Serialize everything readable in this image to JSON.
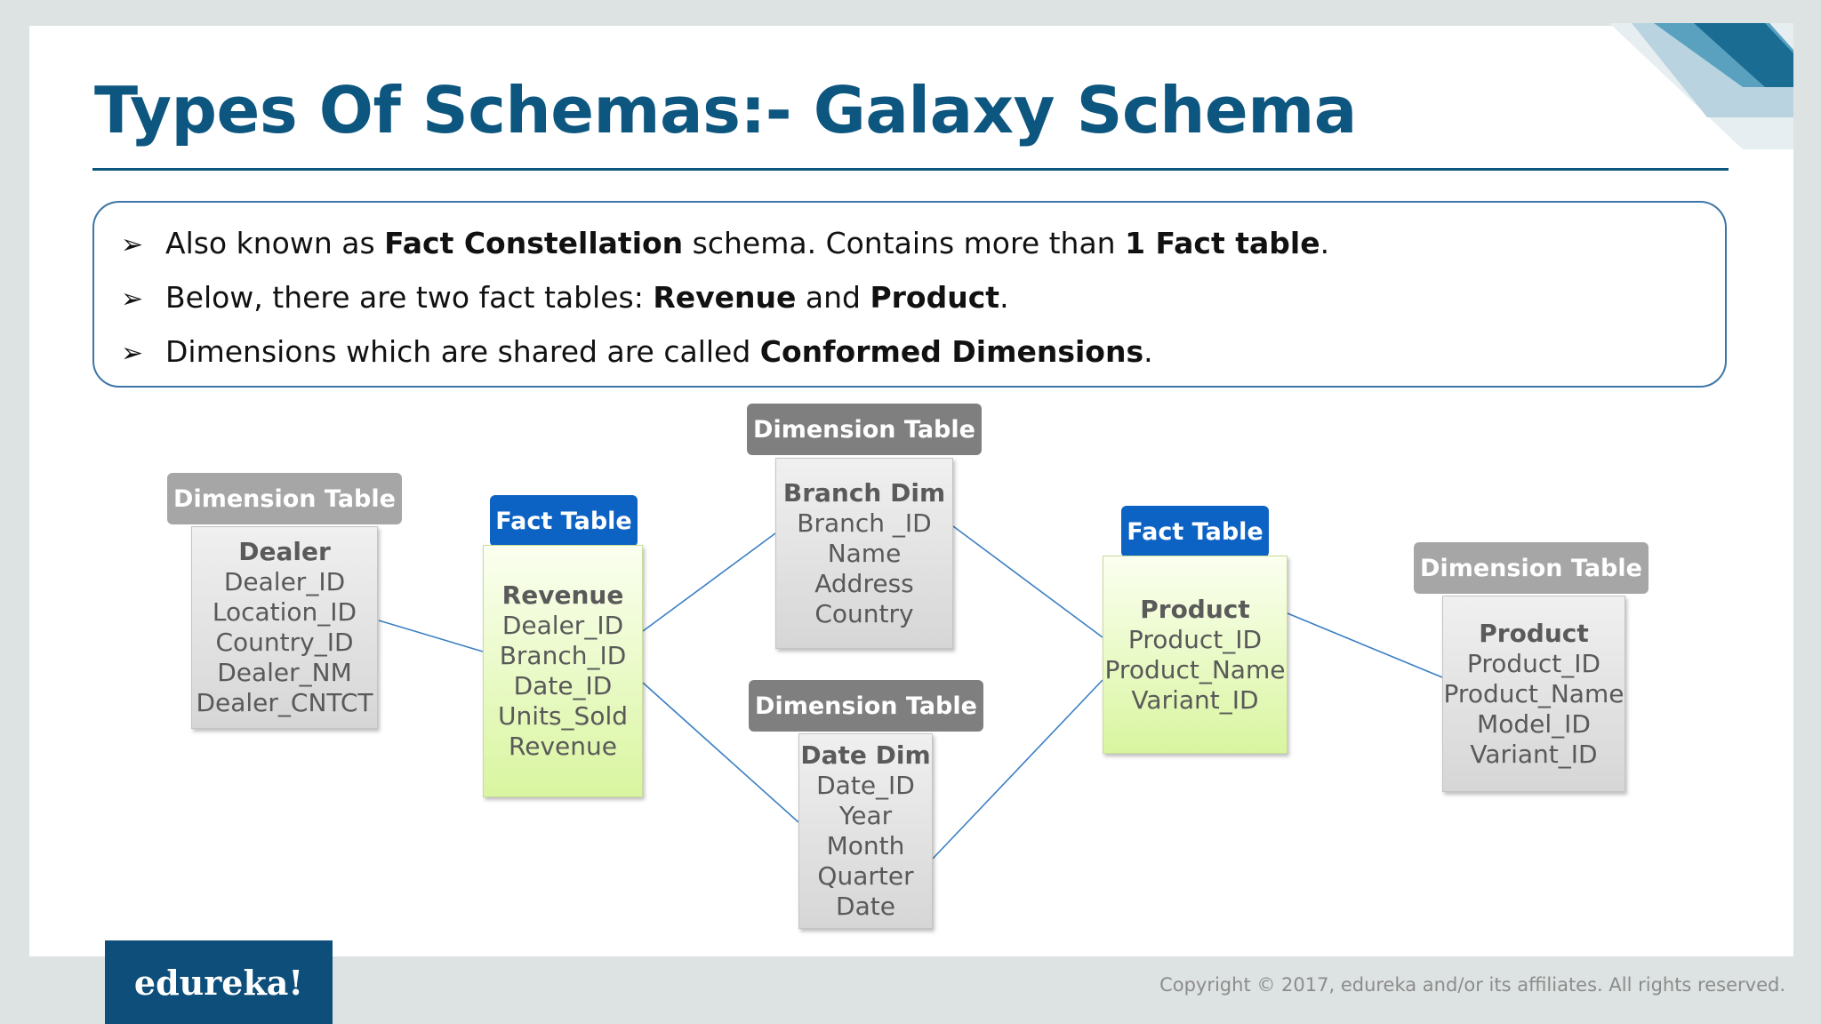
{
  "title": "Types Of Schemas:- Galaxy Schema",
  "bullets": [
    {
      "arrow": "➢",
      "parts": [
        {
          "t": "Also known as "
        },
        {
          "t": "Fact Constellation",
          "b": true
        },
        {
          "t": " schema. Contains more than "
        },
        {
          "t": "1 Fact table",
          "b": true
        },
        {
          "t": "."
        }
      ]
    },
    {
      "arrow": "➢",
      "parts": [
        {
          "t": "Below, there are two fact tables: "
        },
        {
          "t": "Revenue",
          "b": true
        },
        {
          "t": " and "
        },
        {
          "t": "Product",
          "b": true
        },
        {
          "t": "."
        }
      ]
    },
    {
      "arrow": "➢",
      "parts": [
        {
          "t": "Dimensions which are shared are called "
        },
        {
          "t": "Conformed Dimensions",
          "b": true
        },
        {
          "t": "."
        }
      ]
    }
  ],
  "diagram": {
    "tables": {
      "dealer": {
        "header": "Dimension Table",
        "kind": "dimension",
        "name": "Dealer",
        "fields": [
          "Dealer_ID",
          "Location_ID",
          "Country_ID",
          "Dealer_NM",
          "Dealer_CNTCT"
        ]
      },
      "revenue": {
        "header": "Fact Table",
        "kind": "fact",
        "name": "Revenue",
        "fields": [
          "Dealer_ID",
          "Branch_ID",
          "Date_ID",
          "Units_Sold",
          "Revenue"
        ]
      },
      "branch": {
        "header": "Dimension Table",
        "kind": "dimension",
        "name": "Branch Dim",
        "fields": [
          "Branch _ID",
          "Name",
          "Address",
          "Country"
        ]
      },
      "date": {
        "header": "Dimension Table",
        "kind": "dimension",
        "name": "Date Dim",
        "fields": [
          "Date_ID",
          "Year",
          "Month",
          "Quarter",
          "Date"
        ]
      },
      "product_fact": {
        "header": "Fact Table",
        "kind": "fact",
        "name": "Product",
        "fields": [
          "Product_ID",
          "Product_Name",
          "Variant_ID"
        ]
      },
      "product_dim": {
        "header": "Dimension Table",
        "kind": "dimension",
        "name": "Product",
        "fields": [
          "Product_ID",
          "Product_Name",
          "Model_ID",
          "Variant_ID"
        ]
      }
    },
    "links": [
      [
        "dealer",
        "revenue"
      ],
      [
        "revenue",
        "branch"
      ],
      [
        "revenue",
        "date"
      ],
      [
        "branch",
        "product_fact"
      ],
      [
        "date",
        "product_fact"
      ],
      [
        "product_fact",
        "product_dim"
      ]
    ]
  },
  "footer": {
    "logo": "edureka!",
    "copyright": "Copyright © 2017, edureka and/or its affiliates. All rights reserved."
  },
  "colors": {
    "title": "#0d567f",
    "fact_header": "#0c63c4",
    "dimension_header": "#a6a6a6",
    "link": "#3b7fc4"
  }
}
